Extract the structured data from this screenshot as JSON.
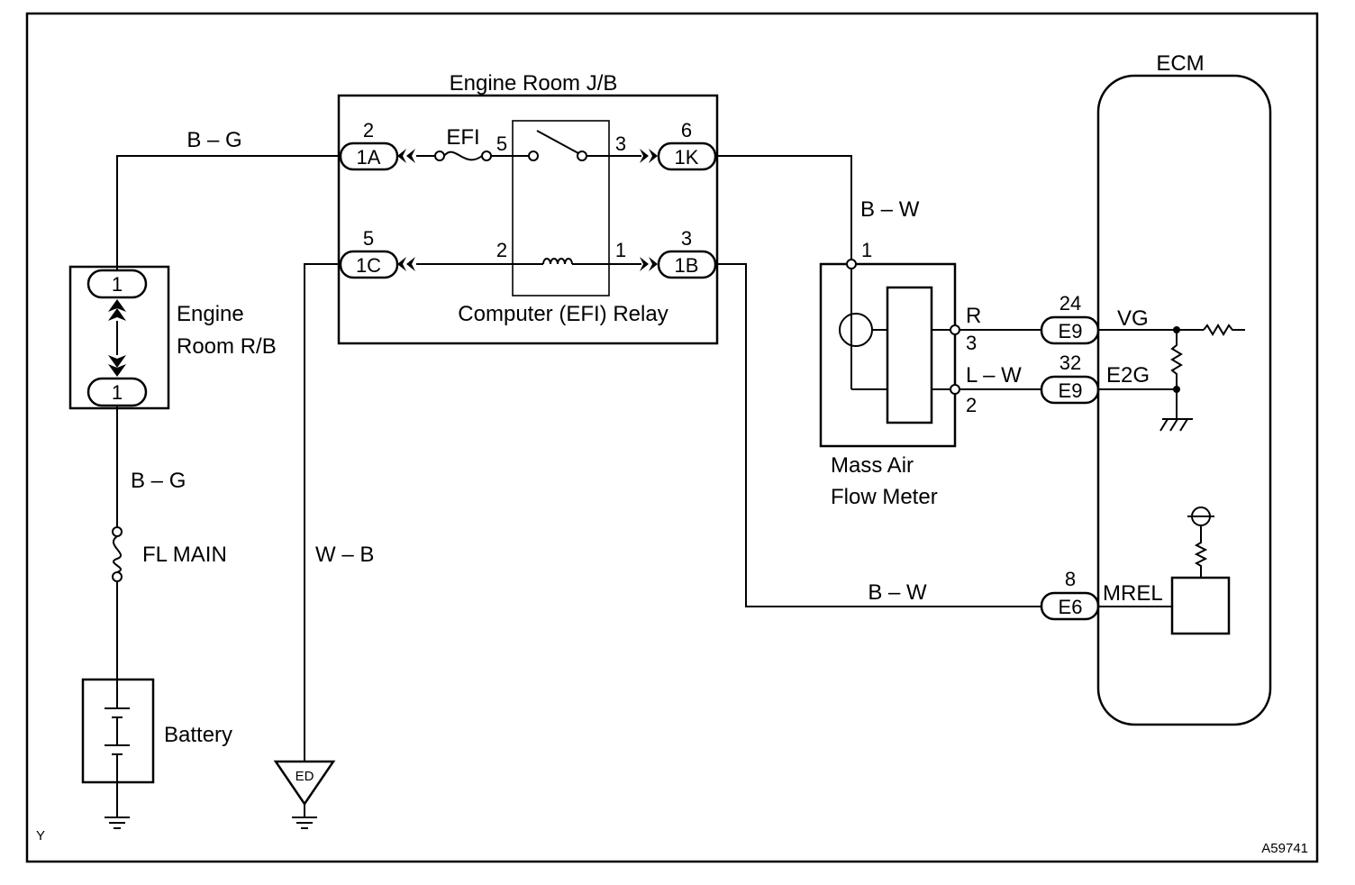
{
  "labels": {
    "engine_room_jb": "Engine Room J/B",
    "ecm": "ECM",
    "efi": "EFI",
    "relay": "Computer (EFI) Relay",
    "engine_room_rb_line1": "Engine",
    "engine_room_rb_line2": "Room R/B",
    "mass_air_line1": "Mass Air",
    "mass_air_line2": "Flow Meter",
    "fl_main": "FL MAIN",
    "battery": "Battery",
    "ground_ed": "ED",
    "corner_y": "Y",
    "figure_code": "A59741"
  },
  "wires": {
    "bg_top": "B – G",
    "bg_bottom": "B – G",
    "bw_upper": "B – W",
    "bw_lower": "B – W",
    "wb": "W – B",
    "r": "R",
    "lw": "L – W"
  },
  "connectors": {
    "c1a": {
      "pin": "2",
      "code": "1A"
    },
    "c1c": {
      "pin": "5",
      "code": "1C"
    },
    "c1k": {
      "pin": "6",
      "code": "1K"
    },
    "c1b": {
      "pin": "3",
      "code": "1B"
    },
    "rb_top": {
      "code": "1"
    },
    "rb_bottom": {
      "code": "1"
    },
    "e9_vg": {
      "pin": "24",
      "code": "E9"
    },
    "e9_e2g": {
      "pin": "32",
      "code": "E9"
    },
    "e6": {
      "pin": "8",
      "code": "E6"
    }
  },
  "relay_pins": {
    "p5": "5",
    "p3": "3",
    "p2": "2",
    "p1": "1"
  },
  "maf_pins": {
    "p1": "1",
    "p3": "3",
    "p2": "2"
  },
  "ecm_signals": {
    "vg": "VG",
    "e2g": "E2G",
    "mrel": "MREL"
  }
}
